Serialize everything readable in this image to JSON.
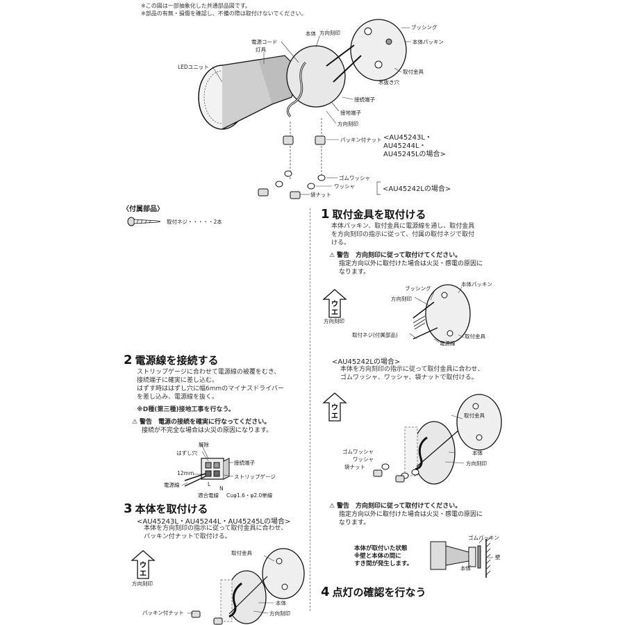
{
  "top_notes": [
    "※この図は一部抽象化した共通部品図です。",
    "※部品の有無・損傷を確認し、不備の際は取付けないでください。"
  ],
  "overview_labels": {
    "honntai": "本体",
    "dengen_cord": "電源コード",
    "kigu": "灯具",
    "led_unit": "LEDユニット",
    "houkou_kokuin_top": "方向刻印",
    "bushing": "ブッシング",
    "honntai_packing": "本体パッキン",
    "toritsuke_kanagu": "取付金具",
    "mizunuki_ana": "水抜き穴",
    "setsuzoku_tanshi": "接続端子",
    "setchi_tanshi": "接地端子",
    "houkou_kokuin_bottom": "方向刻印",
    "packing_nut": "パッキン付ナット",
    "model_group_a": [
      "<AU45243L・",
      "AU45244L・",
      "AU45245Lの場合>"
    ],
    "gom_washer": "ゴムワッシャ",
    "washer": "ワッシャ",
    "fukuro_nut": "袋ナット",
    "model_group_b": "<AU45242Lの場合>"
  },
  "accessories": {
    "heading": "〈付属部品〉",
    "item": "取付ネジ・・・・・2本"
  },
  "step1": {
    "num": "1",
    "title": "取付金具を取付ける",
    "body": [
      "本体パッキン、取付金具に電源線を通し、取付金具",
      "を方向刻印の指示に従って、付属の取付ネジで取付",
      "ける。"
    ],
    "warn_title": "警告　方向刻印に従って取付けてください。",
    "warn_body": [
      "指定方向以外に取付けた場合は火災・感電の原因に",
      "なります。"
    ],
    "labels": {
      "bushing": "ブッシング",
      "honntai_packing": "本体パッキン",
      "houkou_kokuin": "方向刻印",
      "houkou_kokuin_arrow": "方向刻印",
      "screw": "取付ネジ(付属部品)",
      "kanagu": "取付金具",
      "dengen": "電源線"
    }
  },
  "au45242l": {
    "heading": "<AU45242Lの場合>",
    "body": [
      "本体を方向刻印の指示に従って取付金具に合わせ、",
      "ゴムワッシャ、ワッシャ、袋ナットで取付ける。"
    ],
    "labels": {
      "kanagu": "取付金具",
      "gom_washer": "ゴムワッシャ",
      "washer": "ワッシャ",
      "fukuro_nut": "袋ナット",
      "honntai": "本体",
      "houkou_kokuin": "方向刻印"
    },
    "warn_title": "警告　方向刻印に従って取付けてください。",
    "warn_body": [
      "指定方向以外に取付けた場合は火災・感電の原因に",
      "なります。"
    ]
  },
  "mounted": {
    "label_lines": [
      "本体が取付いた状態",
      "※壁と本体の間に",
      "すき間が発生します。"
    ],
    "gom_packing": "ゴムパッキン",
    "wall": "壁",
    "honntai": "本体"
  },
  "step2": {
    "num": "2",
    "title": "電源線を接続する",
    "body": [
      "ストリップゲージに合わせて電源線の被覆をむき、",
      "接続端子に確実に差し込む。",
      "はずす時ははずし穴に幅6mmのマイナスドライバー",
      "を差し込み、電源線を抜く。"
    ],
    "note": "※D種(第三種)接地工事を行なう。",
    "warn_title": "警告　電源の接続を確実に行なってください。",
    "warn_body": [
      "接続が不完全な場合は火災の原因になります。"
    ],
    "labels": {
      "kaijo": "解除",
      "hazushi_ana": "はずし穴",
      "setsuzoku_tanshi": "接続端子",
      "length": "12mm",
      "strip_gauge": "ストリップゲージ",
      "dengen": "電源線",
      "l": "L",
      "n": "N",
      "tekigou": "適合電線",
      "wire_spec": "Cuφ1.6・φ2.0単線"
    }
  },
  "step3": {
    "num": "3",
    "title": "本体を取付ける",
    "sub": "<AU45243L・AU45244L・AU45245Lの場合>",
    "body": [
      "本体を方向刻印の指示に従って取付金具に合わせ、",
      "パッキン付ナットで取付ける。"
    ],
    "labels": {
      "kanagu": "取付金具",
      "houkou_kokuin_arrow": "方向刻印",
      "packing_nut": "パッキン付ナット",
      "honntai": "本体",
      "houkou_kokuin": "方向刻印"
    }
  },
  "step4": {
    "num": "4",
    "title": "点灯の確認を行なう"
  },
  "arrow_glyphs": {
    "top": "ウ",
    "bottom": "エ"
  }
}
